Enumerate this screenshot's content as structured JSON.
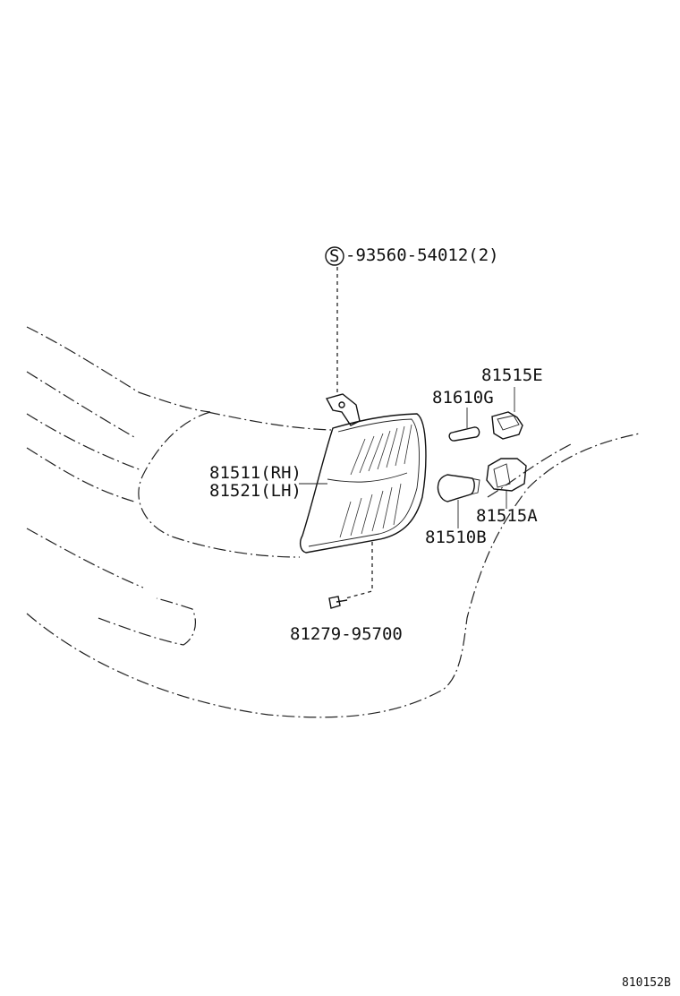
{
  "diagram": {
    "callouts": {
      "screw_symbol": "S",
      "screw_part": "-93560-54012(2)",
      "bulb_socket_e": "81515E",
      "bulb_81610g": "81610G",
      "lamp_rh": "81511(RH)",
      "lamp_lh": "81521(LH)",
      "socket_a": "81515A",
      "bulb_81510b": "81510B",
      "clip": "81279-95700"
    },
    "reference_code": "810152B"
  }
}
